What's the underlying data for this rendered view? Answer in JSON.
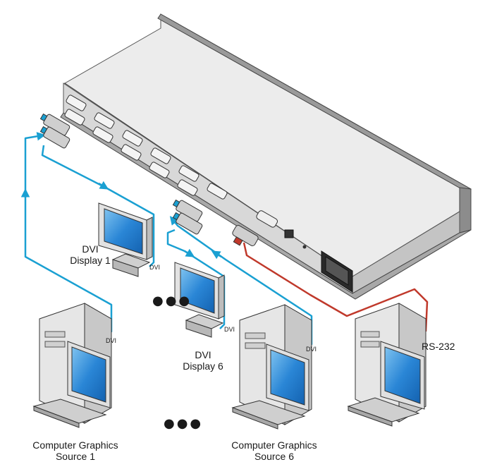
{
  "labels": {
    "dvi_display_1_line1": "DVI",
    "dvi_display_1_line2": "Display 1",
    "dvi_display_6_line1": "DVI",
    "dvi_display_6_line2": "Display 6",
    "source_1_line1": "Computer Graphics",
    "source_1_line2": "Source 1",
    "source_6_line1": "Computer Graphics",
    "source_6_line2": "Source 6",
    "rs232": "RS-232",
    "cable_dvi_display_1": "DVI",
    "cable_dvi_display_6": "DVI",
    "cable_dvi_source_1": "DVI",
    "cable_dvi_source_6": "DVI"
  },
  "ellipsis": {
    "displays": "●●●",
    "sources": "●●●"
  },
  "colors": {
    "dvi_cable": "#1aa0d2",
    "rs232_cable": "#c0392b",
    "chassis": "#e6e6e6",
    "screen": "#1e7fd0"
  }
}
